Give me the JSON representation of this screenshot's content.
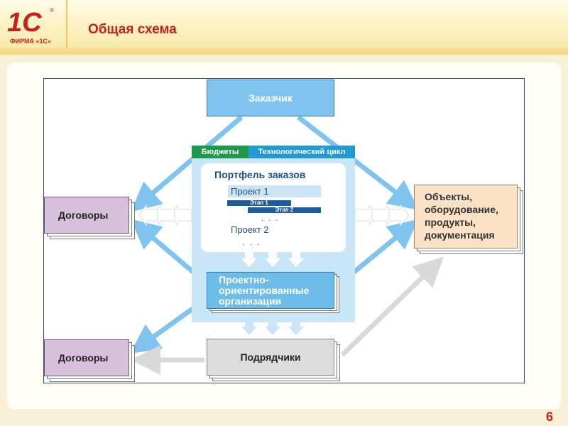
{
  "header": {
    "logo_text": "1С",
    "logo_caption": "ФИРМА «1С»",
    "title": "Общая схема"
  },
  "page_number": "6",
  "diagram": {
    "customer": "Заказчик",
    "tab_budgets": "Бюджеты",
    "tab_tech_cycle": "Технологический цикл",
    "portfolio_title": "Портфель заказов",
    "project1": "Проект 1",
    "stage1": "Этап 1",
    "stage2": "Этап 2",
    "ellipsis": ". . .",
    "project2": "Проект 2",
    "orgs_lines": [
      "Проектно-",
      "ориентированные",
      "организации"
    ],
    "contracts_top": "Договоры",
    "contracts_bottom": "Договоры",
    "objects_lines": [
      "Объекты,",
      "оборудование,",
      "продукты,",
      "документация"
    ],
    "contractors": "Подрядчики"
  },
  "colors": {
    "accent_red": "#cc1d1d",
    "arrow_blue": "#7ec4ee",
    "arrow_gray": "#d9d9d9"
  }
}
